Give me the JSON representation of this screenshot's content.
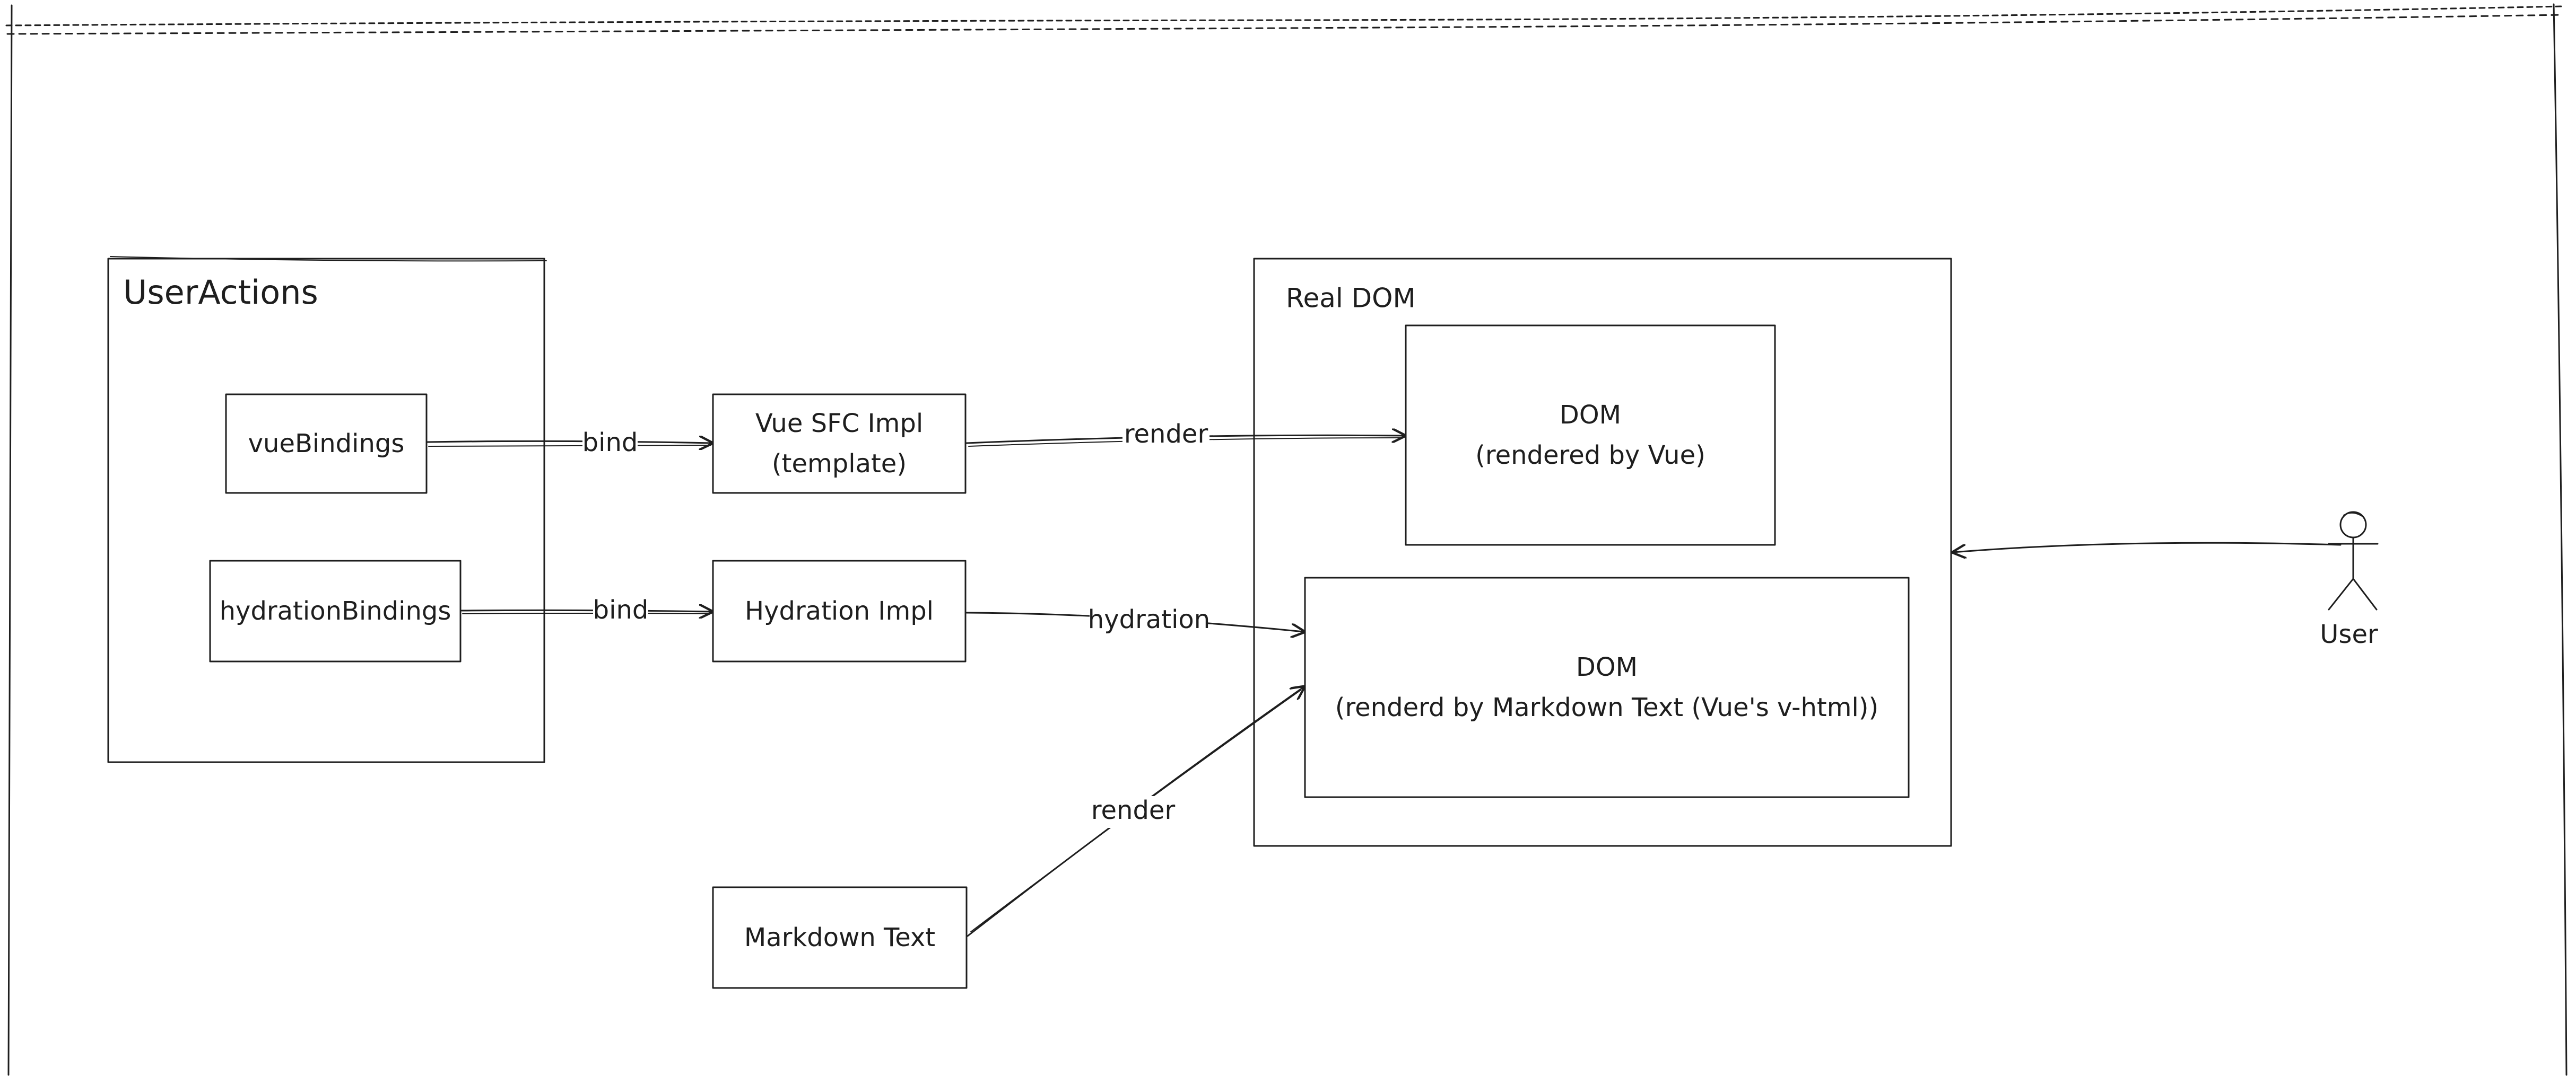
{
  "diagram": {
    "groups": {
      "user_actions": {
        "title": "UserActions"
      },
      "real_dom": {
        "title": "Real DOM"
      }
    },
    "nodes": {
      "vue_bindings": {
        "lines": [
          "vueBindings"
        ]
      },
      "hydration_bindings": {
        "lines": [
          "hydrationBindings"
        ]
      },
      "vue_sfc_impl": {
        "lines": [
          "Vue SFC Impl",
          "(template)"
        ]
      },
      "hydration_impl": {
        "lines": [
          "Hydration Impl"
        ]
      },
      "markdown_text": {
        "lines": [
          "Markdown Text"
        ]
      },
      "dom_vue": {
        "lines": [
          "DOM",
          "(rendered by Vue)"
        ]
      },
      "dom_markdown": {
        "lines": [
          "DOM",
          "(renderd by Markdown Text (Vue's v-html))"
        ]
      }
    },
    "actor": {
      "label": "User"
    },
    "edges": {
      "bind_vue": {
        "label": "bind"
      },
      "bind_hydration": {
        "label": "bind"
      },
      "render_vue": {
        "label": "render"
      },
      "hydration": {
        "label": "hydration"
      },
      "render_markdown": {
        "label": "render"
      },
      "user_to_dom": {
        "label": ""
      }
    }
  }
}
